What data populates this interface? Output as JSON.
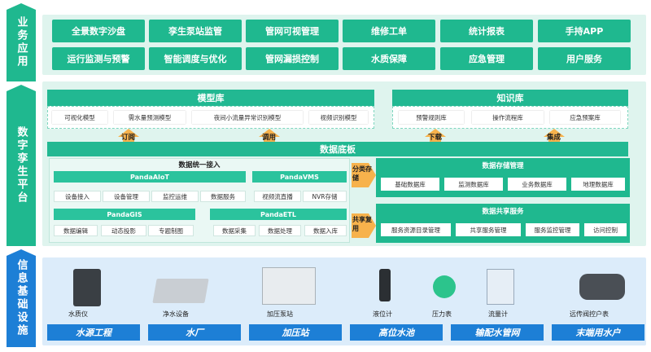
{
  "side_labels": {
    "app": "业务应用",
    "twin": "数字孪生平台",
    "infra": "信息基础设施"
  },
  "apps": [
    "全景数字沙盘",
    "孪生泵站监管",
    "管网可视管理",
    "维修工单",
    "统计报表",
    "手持APP",
    "运行监测与预警",
    "智能调度与优化",
    "管网漏损控制",
    "水质保障",
    "应急管理",
    "用户服务"
  ],
  "model_lib": {
    "title": "模型库",
    "items": [
      "可视化模型",
      "需水量预测模型",
      "夜间小流量异常识别模型",
      "视频识别模型"
    ]
  },
  "knowledge_lib": {
    "title": "知识库",
    "items": [
      "预警规则库",
      "操作流程库",
      "应急预案库"
    ]
  },
  "arrows": [
    "订阅",
    "调用",
    "下载",
    "集成"
  ],
  "data_base": {
    "title": "数据底板"
  },
  "unified_access": {
    "title": "数据统一接入",
    "aiot": {
      "title": "PandaAIoT",
      "items": [
        "设备接入",
        "设备管理",
        "监控运维",
        "数据服务"
      ]
    },
    "vms": {
      "title": "PandaVMS",
      "items": [
        "视频流直播",
        "NVR存储"
      ]
    },
    "gis": {
      "title": "PandaGIS",
      "items": [
        "数据编辑",
        "动态投影",
        "专题制图"
      ]
    },
    "etl": {
      "title": "PandaETL",
      "items": [
        "数据采集",
        "数据处理",
        "数据入库"
      ]
    }
  },
  "mid_labels": {
    "store": "分类存储",
    "share": "共享复用"
  },
  "storage": {
    "title": "数据存储管理",
    "items": [
      "基础数据库",
      "监测数据库",
      "业务数据库",
      "地理数据库"
    ]
  },
  "sharing": {
    "title": "数据共享服务",
    "items": [
      "服务资源目录管理",
      "共享服务管理",
      "服务监控管理",
      "访问控制"
    ]
  },
  "devices": [
    "水质仪",
    "净水设备",
    "加压泵站",
    "液位计",
    "压力表",
    "流量计",
    "远传阀控户表"
  ],
  "infra_labels": [
    "水源工程",
    "水厂",
    "加压站",
    "高位水池",
    "输配水管网",
    "末端用水户"
  ],
  "colors": {
    "green": "#1fb88f",
    "blue": "#1d7fd6",
    "orange": "#f7b24c",
    "band": "#dff4ee"
  }
}
